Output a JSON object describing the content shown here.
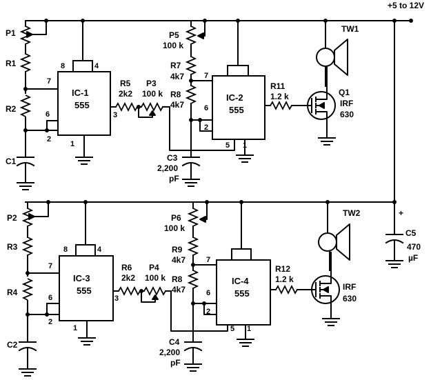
{
  "supply": "+5 to 12V",
  "c5": {
    "name": "C5",
    "value1": "470",
    "value2": "µF",
    "polarity": "+"
  },
  "stage1": {
    "tw": "TW1",
    "p1": "P1",
    "r1": "R1",
    "r2": "R2",
    "c1": "C1",
    "ic1": {
      "name": "IC-1",
      "type": "555",
      "pin8": "8",
      "pin4": "4",
      "pin7": "7",
      "pin6": "6",
      "pin2": "2",
      "pin1": "1",
      "pin3": "3"
    },
    "r5": {
      "name": "R5",
      "value": "2k2"
    },
    "p3": {
      "name": "P3",
      "value": "100 k"
    },
    "p5": {
      "name": "P5",
      "value": "100 k"
    },
    "r7": {
      "name": "R7",
      "value": "4k7"
    },
    "r8": {
      "name": "R8",
      "value": "4k7"
    },
    "c3": {
      "name": "C3",
      "value1": "2,200",
      "value2": "pF"
    },
    "ic2": {
      "name": "IC-2",
      "type": "555",
      "pin7": "7",
      "pin6": "6",
      "pin2": "2",
      "pin5": "5",
      "pin1": "1"
    },
    "r11": {
      "name": "R11",
      "value": "1.2 k"
    },
    "q1": {
      "name": "Q1",
      "type1": "IRF",
      "type2": "630"
    }
  },
  "stage2": {
    "tw": "TW2",
    "p2": "P2",
    "r3": "R3",
    "r4": "R4",
    "c2": "C2",
    "ic3": {
      "name": "IC-3",
      "type": "555",
      "pin8": "8",
      "pin4": "4",
      "pin7": "7",
      "pin6": "6",
      "pin2": "2",
      "pin1": "1",
      "pin3": "3"
    },
    "r6": {
      "name": "R6",
      "value": "2k2"
    },
    "p4": {
      "name": "P4",
      "value": "100 k"
    },
    "p6": {
      "name": "P6",
      "value": "100 k"
    },
    "r9": {
      "name": "R9",
      "value": "4k7"
    },
    "r8": {
      "name": "R8",
      "value": "4k7"
    },
    "c4": {
      "name": "C4",
      "value1": "2,200",
      "value2": "pF"
    },
    "ic4": {
      "name": "IC-4",
      "type": "555",
      "pin7": "7",
      "pin6": "6",
      "pin2": "2",
      "pin5": "5",
      "pin1": "1"
    },
    "r12": {
      "name": "R12",
      "value": "1.2 k"
    },
    "q2": {
      "type1": "IRF",
      "type2": "630"
    }
  }
}
